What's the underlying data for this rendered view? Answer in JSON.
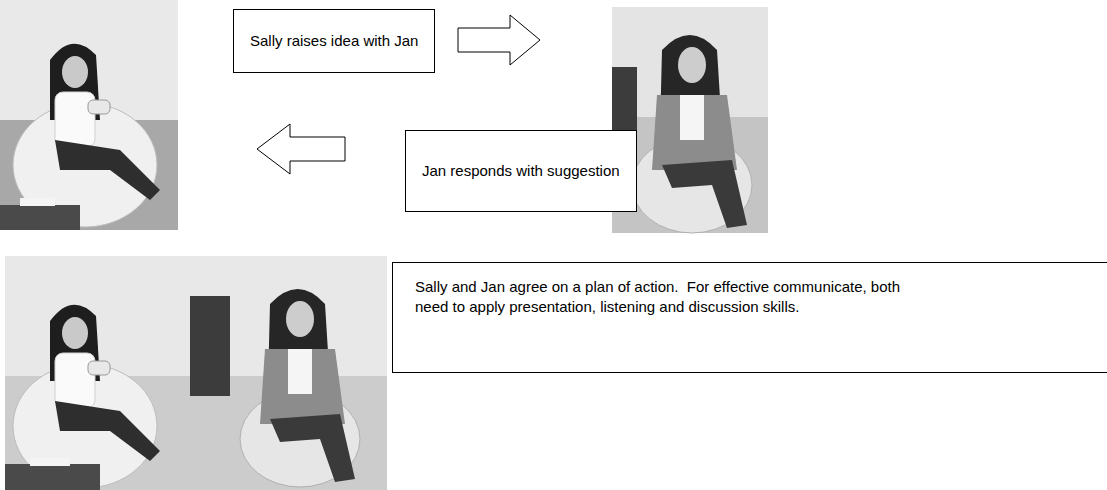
{
  "diagram": {
    "nodes": [
      {
        "text": [
          "Sally raises idea with Jan"
        ]
      },
      {
        "text": [
          "Jan responds with suggestion"
        ]
      },
      {
        "text": [
          "Sally and Jan agree on a plan of action.  For effective communicate, both need to apply presentation, listening and discussion skills."
        ]
      }
    ]
  }
}
